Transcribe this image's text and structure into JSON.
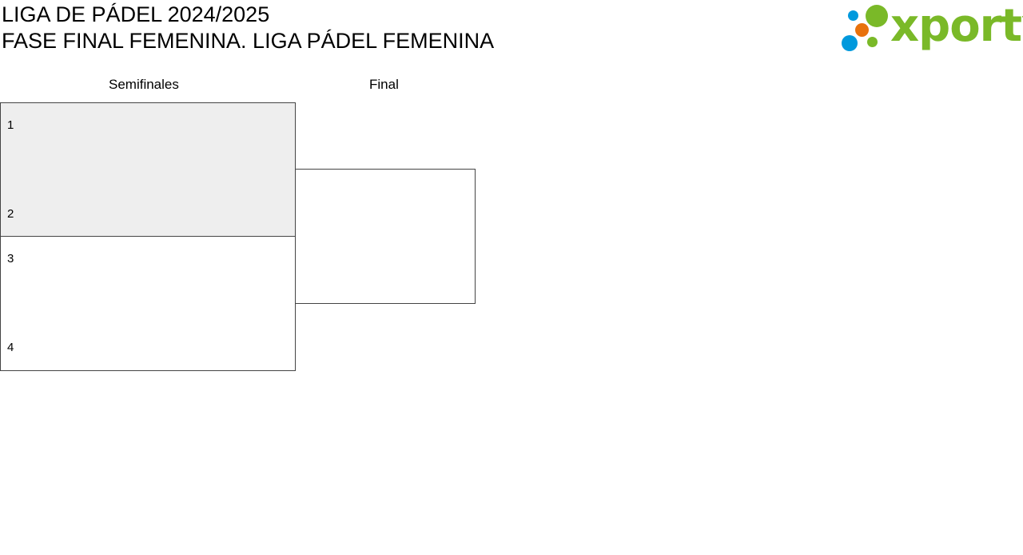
{
  "header": {
    "title_line1": "LIGA DE PÁDEL 2024/2025",
    "title_line2": "FASE FINAL FEMENINA. LIGA PÁDEL FEMENINA",
    "logo_text": "xporty"
  },
  "colors": {
    "green": "#7ab928",
    "blue": "#0099dd",
    "orange": "#e8720c",
    "match_bg": "#eeeeee"
  },
  "rounds": [
    {
      "label": "Semifinales"
    },
    {
      "label": "Final"
    }
  ],
  "semifinals": [
    {
      "seeds": [
        "1",
        "2"
      ]
    },
    {
      "seeds": [
        "3",
        "4"
      ]
    }
  ]
}
